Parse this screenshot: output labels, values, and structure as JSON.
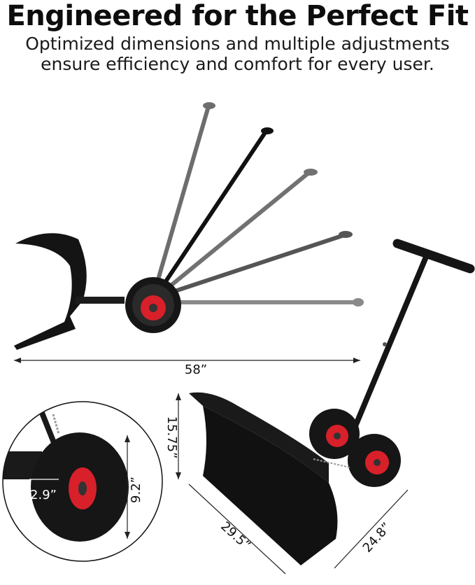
{
  "heading": "Engineered for the Perfect Fit",
  "subheading": "Optimized dimensions and multiple adjustments ensure efficiency and comfort for every user.",
  "dimensions": {
    "total_length": "58”",
    "handle_height": "15.75”",
    "wheel_diameter": "9.2”",
    "wheel_width": "2.9”",
    "blade_width": "29.5”",
    "blade_depth": "24.8”"
  },
  "colors": {
    "steel": "#111111",
    "wheel_hub": "#d8202a",
    "tire": "#161616"
  }
}
